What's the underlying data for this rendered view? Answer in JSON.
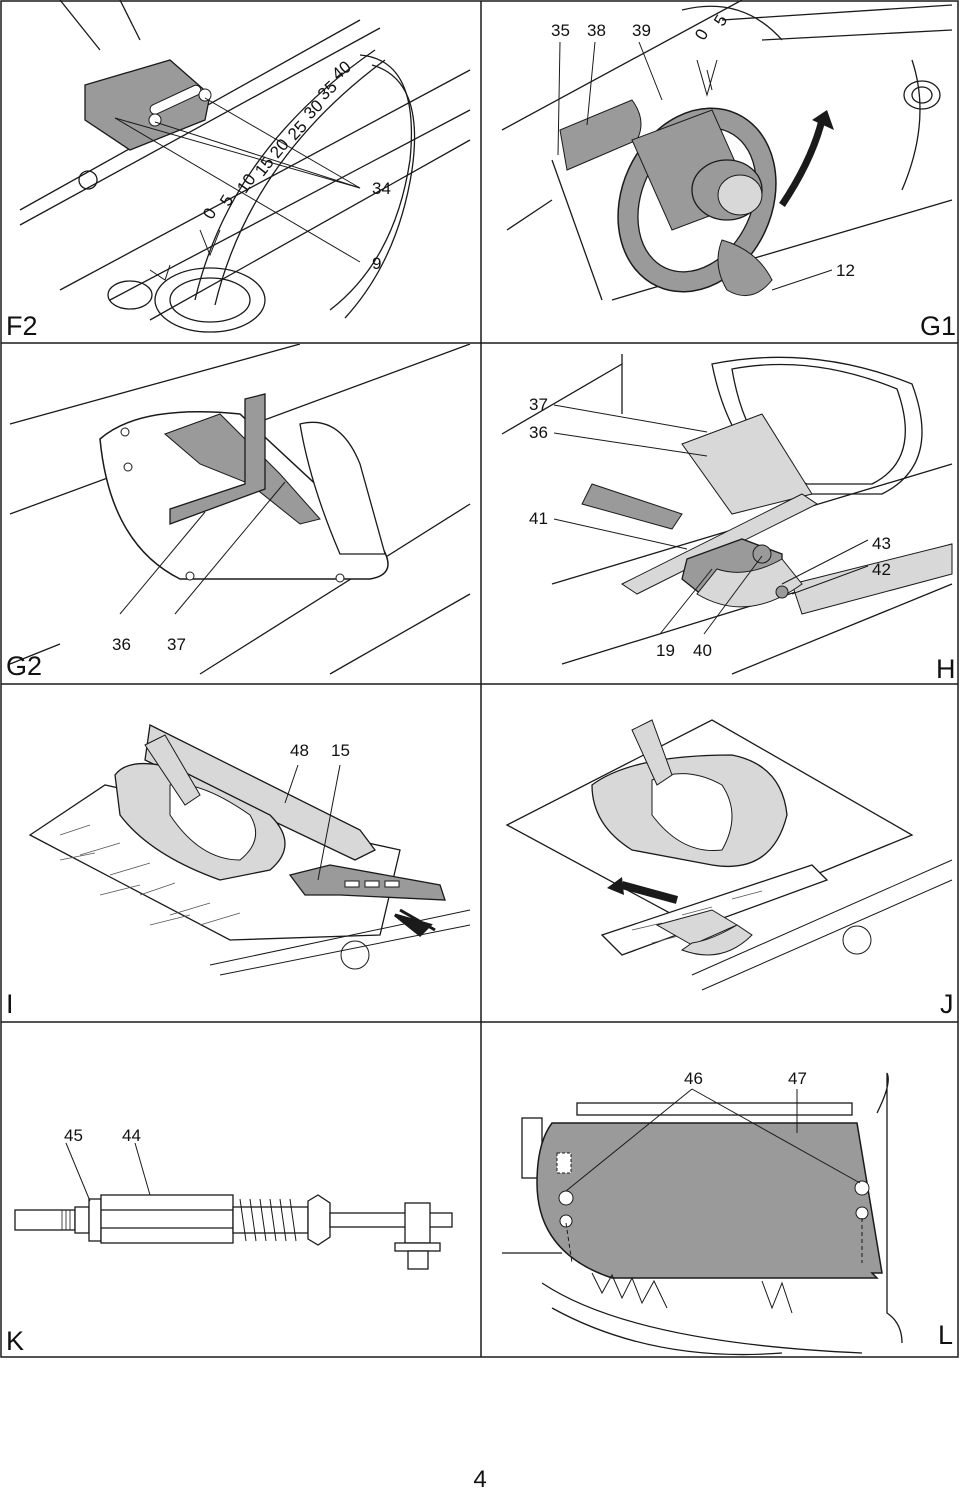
{
  "page": {
    "number": "4"
  },
  "figures": [
    {
      "id": "F2",
      "label": "F2",
      "callouts": [
        "34",
        "9"
      ]
    },
    {
      "id": "G1",
      "label": "G1",
      "callouts": [
        "35",
        "38",
        "39",
        "12"
      ]
    },
    {
      "id": "G2",
      "label": "G2",
      "callouts": [
        "36",
        "37"
      ]
    },
    {
      "id": "H",
      "label": "H",
      "callouts": [
        "37",
        "36",
        "41",
        "43",
        "42",
        "19",
        "40"
      ]
    },
    {
      "id": "I",
      "label": "I",
      "callouts": [
        "48",
        "15"
      ]
    },
    {
      "id": "J",
      "label": "J",
      "callouts": []
    },
    {
      "id": "K",
      "label": "K",
      "callouts": [
        "45",
        "44"
      ]
    },
    {
      "id": "L",
      "label": "L",
      "callouts": [
        "46",
        "47"
      ]
    }
  ],
  "scale_marks": {
    "f2": [
      "0",
      "5",
      "10",
      "15",
      "20",
      "25",
      "30",
      "35",
      "40"
    ],
    "g1": [
      "0",
      "5"
    ]
  },
  "colors": {
    "line": "#1a1a1a",
    "fill_gray": "#9a9a9a",
    "fill_light": "#d8d8d8"
  }
}
